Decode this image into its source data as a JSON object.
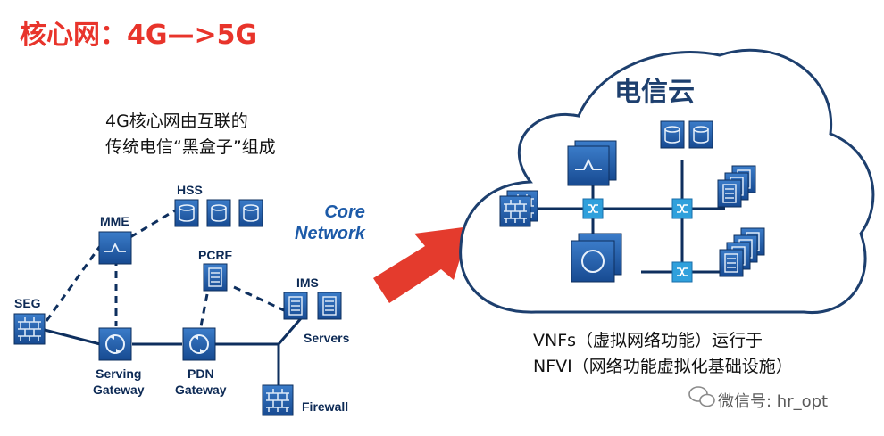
{
  "title": "核心网：4G—>5G",
  "description": {
    "line1": "4G核心网由互联的",
    "line2": "传统电信“黑盒子”组成"
  },
  "core_network": {
    "label_line1": "Core",
    "label_line2": "Network",
    "nodes": {
      "hss": "HSS",
      "mme": "MME",
      "pcrf": "PCRF",
      "ims": "IMS",
      "seg": "SEG",
      "servers": "Servers",
      "serving_gateway_line1": "Serving",
      "serving_gateway_line2": "Gateway",
      "pdn_gateway_line1": "PDN",
      "pdn_gateway_line2": "Gateway",
      "firewall": "Firewall"
    }
  },
  "cloud": {
    "title": "电信云"
  },
  "nfv": {
    "line1": "VNFs（虚拟网络功能）运行于",
    "line2": "NFVI（网络功能虚拟化基础设施）"
  },
  "watermark": "微信号: hr_opt",
  "colors": {
    "title_red": "#e8342b",
    "arrow_red": "#e43b2d",
    "icon_blue": "#1f57a4",
    "line_blue": "#0e2f5e",
    "cloud_outline": "#1d3f6e",
    "switch_cyan": "#2fa0dc"
  },
  "icons": [
    "firewall-icon",
    "router-icon",
    "database-icon",
    "server-icon",
    "switch-icon",
    "arrow-icon",
    "wechat-icon"
  ]
}
